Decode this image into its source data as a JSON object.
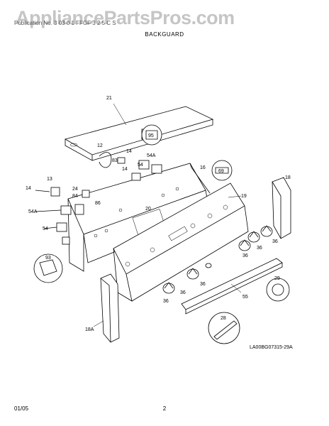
{
  "header": {
    "watermark": "AppliancePartsPros.com",
    "fine_print": "Publication No.  3  03  0  1     FFGF  3  2  5  C  S"
  },
  "section_title": "BACKGUARD",
  "part_labels": {
    "p21": "21",
    "p95": "95",
    "p12": "12",
    "p14a": "14",
    "p83": "83",
    "p14b": "14",
    "p54a": "54A",
    "p54": "54",
    "p16": "16",
    "p69": "69",
    "p18": "18",
    "p13": "13",
    "p24": "24",
    "p84": "84",
    "p86": "86",
    "p14c": "14",
    "p54a2": "54A",
    "p20": "20",
    "p19": "19",
    "p54b": "54",
    "p93": "93",
    "p36a": "36",
    "p36b": "36",
    "p36c": "36",
    "p36d": "36",
    "p36e": "36",
    "p36f": "36",
    "p29": "29",
    "p55": "55",
    "p28": "28",
    "p18a": "18A"
  },
  "drawing_code": "LA00BG07315-29A",
  "footer": {
    "date": "01/05",
    "page": "2"
  }
}
